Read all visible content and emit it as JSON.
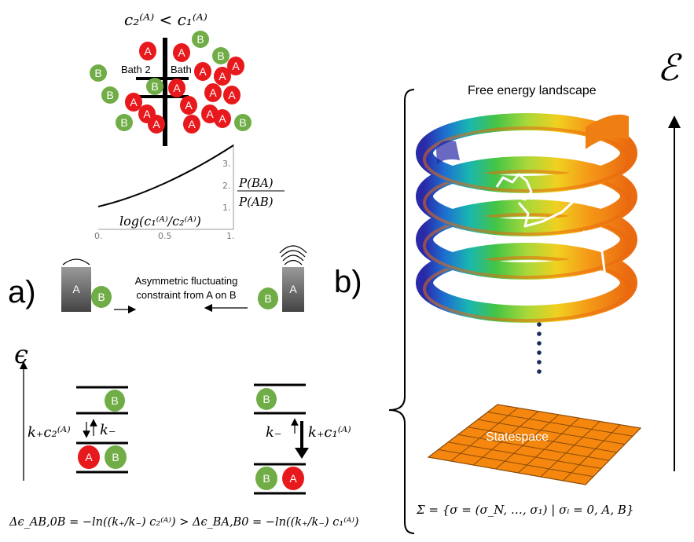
{
  "top": {
    "inequality": "c₂⁽ᴬ⁾ < c₁⁽ᴬ⁾",
    "bath2_label": "Bath 2",
    "bath1_label": "Bath 1",
    "particle_A": "A",
    "particle_B": "B"
  },
  "inset_plot": {
    "xlabel": "log(c₁⁽ᴬ⁾/c₂⁽ᴬ⁾)",
    "ylabel_num": "P(BA)",
    "ylabel_den": "P(AB)",
    "xticks": [
      "0.",
      "0.5",
      "1."
    ],
    "yticks": [
      "3.",
      "2.",
      "1."
    ]
  },
  "panel_a": {
    "label": "a)",
    "caption_line1": "Asymmetric fluctuating",
    "caption_line2": "constraint from A on B",
    "epsilon_label": "ϵ",
    "left_rate_up": "k₊c₂⁽ᴬ⁾",
    "left_rate_down": "k₋",
    "right_rate_up": "k₋",
    "right_rate_down": "k₊c₁⁽ᴬ⁾",
    "equation": "Δϵ_AB,0B = −ln((k₊/k₋) c₂⁽ᴬ⁾) > Δϵ_BA,B0 = −ln((k₊/k₋) c₁⁽ᴬ⁾)"
  },
  "panel_b": {
    "label": "b)",
    "title": "Free energy landscape",
    "statespace_label": "Statespace",
    "energy_symbol": "ℰ",
    "sigma_def": "Σ = {σ = (σ_N, …, σ₁) | σᵢ = 0, A, B}"
  },
  "colors": {
    "A": "#e8191c",
    "B": "#70ad47",
    "orange": "#f07f13",
    "statespace": "#f5870f"
  }
}
